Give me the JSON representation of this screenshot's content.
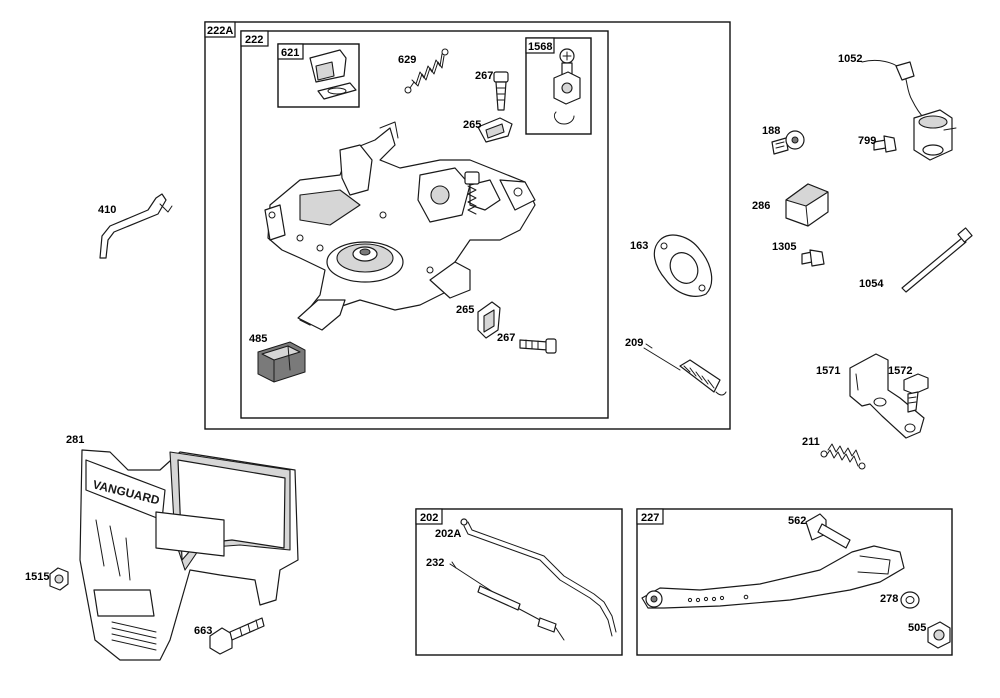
{
  "groups": {
    "g222A": "222A",
    "g222": "222",
    "g621": "621",
    "g1568": "1568",
    "g202": "202",
    "g227": "227"
  },
  "labels": {
    "p629": "629",
    "p267a": "267",
    "p265a": "265",
    "p265b": "265",
    "p267b": "267",
    "p485": "485",
    "p410": "410",
    "p1052": "1052",
    "p188": "188",
    "p799": "799",
    "p286": "286",
    "p1305": "1305",
    "p1054": "1054",
    "p163": "163",
    "p209": "209",
    "p1571": "1571",
    "p1572": "1572",
    "p211": "211",
    "p281": "281",
    "p1515": "1515",
    "p663": "663",
    "p202A": "202A",
    "p232": "232",
    "p562": "562",
    "p278": "278",
    "p505": "505"
  },
  "decal_text": "VANGUARD",
  "icons": [
    "spring-icon",
    "bolt-icon",
    "nut-icon",
    "washer-icon",
    "gasket-icon",
    "cable-icon",
    "bracket-icon",
    "shroud-icon"
  ]
}
